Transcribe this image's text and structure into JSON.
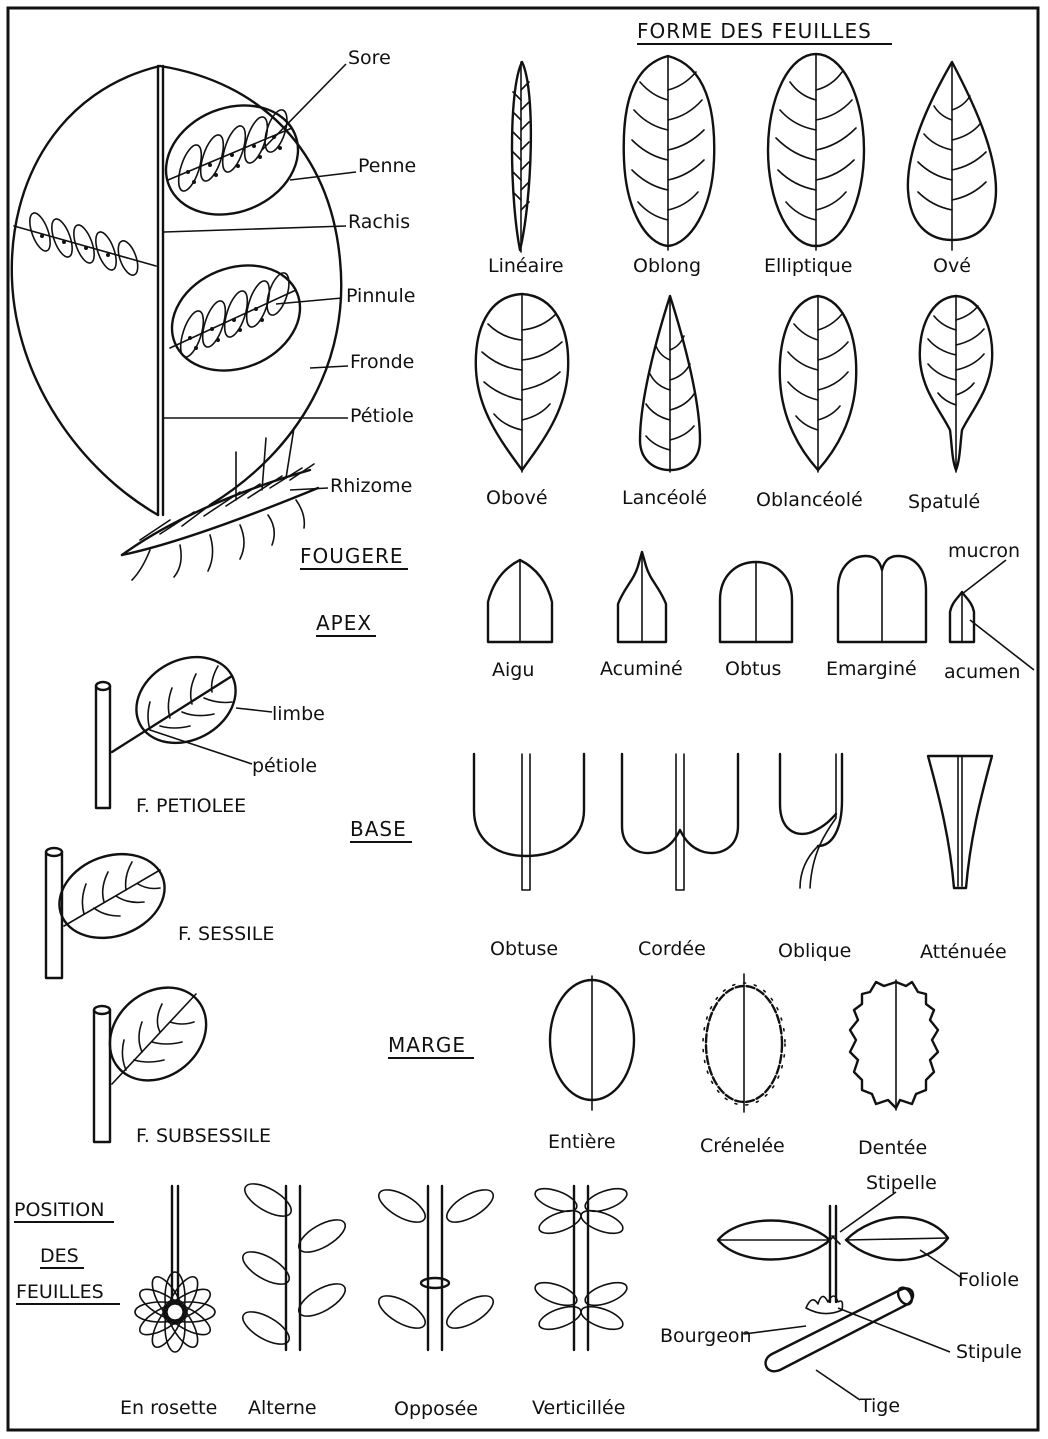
{
  "title": "FORME DES FEUILLES",
  "fern": {
    "heading": "FOUGERE",
    "labels": [
      "Sore",
      "Penne",
      "Rachis",
      "Pinnule",
      "Fronde",
      "Pétiole",
      "Rhizome"
    ]
  },
  "shapes": {
    "row1": [
      "Linéaire",
      "Oblong",
      "Elliptique",
      "Ové"
    ],
    "row2": [
      "Obové",
      "Lancéolé",
      "Oblancéolé",
      "Spatulé"
    ]
  },
  "apex": {
    "heading": "APEX",
    "items": [
      "Aigu",
      "Acuminé",
      "Obtus",
      "Emarginé",
      "acumen"
    ],
    "mucron_label": "mucron"
  },
  "attachment": {
    "petiolee": "F. PETIOLEE",
    "limbe": "limbe",
    "petiole": "pétiole",
    "sessile": "F. SESSILE",
    "subsessile": "F. SUBSESSILE"
  },
  "base": {
    "heading": "BASE",
    "items": [
      "Obtuse",
      "Cordée",
      "Oblique",
      "Atténuée"
    ]
  },
  "margin": {
    "heading": "MARGE",
    "items": [
      "Entière",
      "Crénelée",
      "Dentée"
    ]
  },
  "position": {
    "heading_lines": [
      "POSITION",
      "DES",
      "FEUILLES"
    ],
    "items": [
      "En rosette",
      "Alterne",
      "Opposée",
      "Verticillée"
    ]
  },
  "compound": {
    "labels": [
      "Stipelle",
      "Foliole",
      "Bourgeon",
      "Stipule",
      "Tige"
    ]
  }
}
